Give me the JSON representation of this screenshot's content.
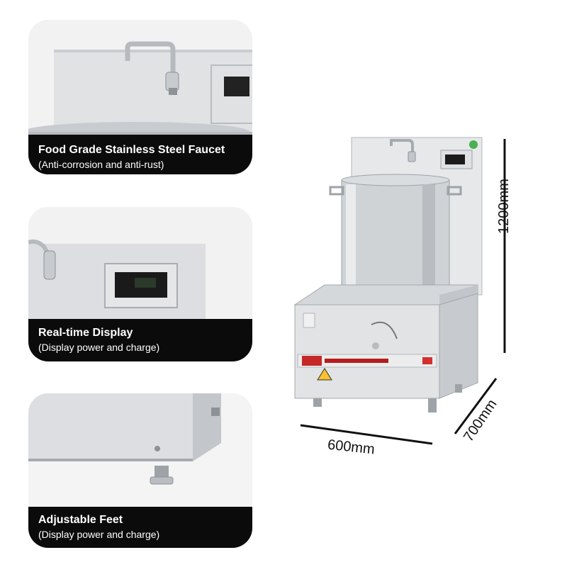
{
  "features": [
    {
      "title": "Food Grade Stainless Steel Faucet",
      "subtitle": "(Anti-corrosion and anti-rust)"
    },
    {
      "title": "Real-time Display",
      "subtitle": "(Display power and charge)"
    },
    {
      "title": "Adjustable Feet",
      "subtitle": "(Display power and charge)"
    }
  ],
  "dimensions": {
    "width": "600mm",
    "depth": "700mm",
    "height": "1200mm"
  },
  "colors": {
    "caption_bg": "#0b0b0b",
    "caption_text": "#ffffff",
    "steel_light": "#e6e8ea",
    "steel_dark": "#9ea3a8"
  }
}
